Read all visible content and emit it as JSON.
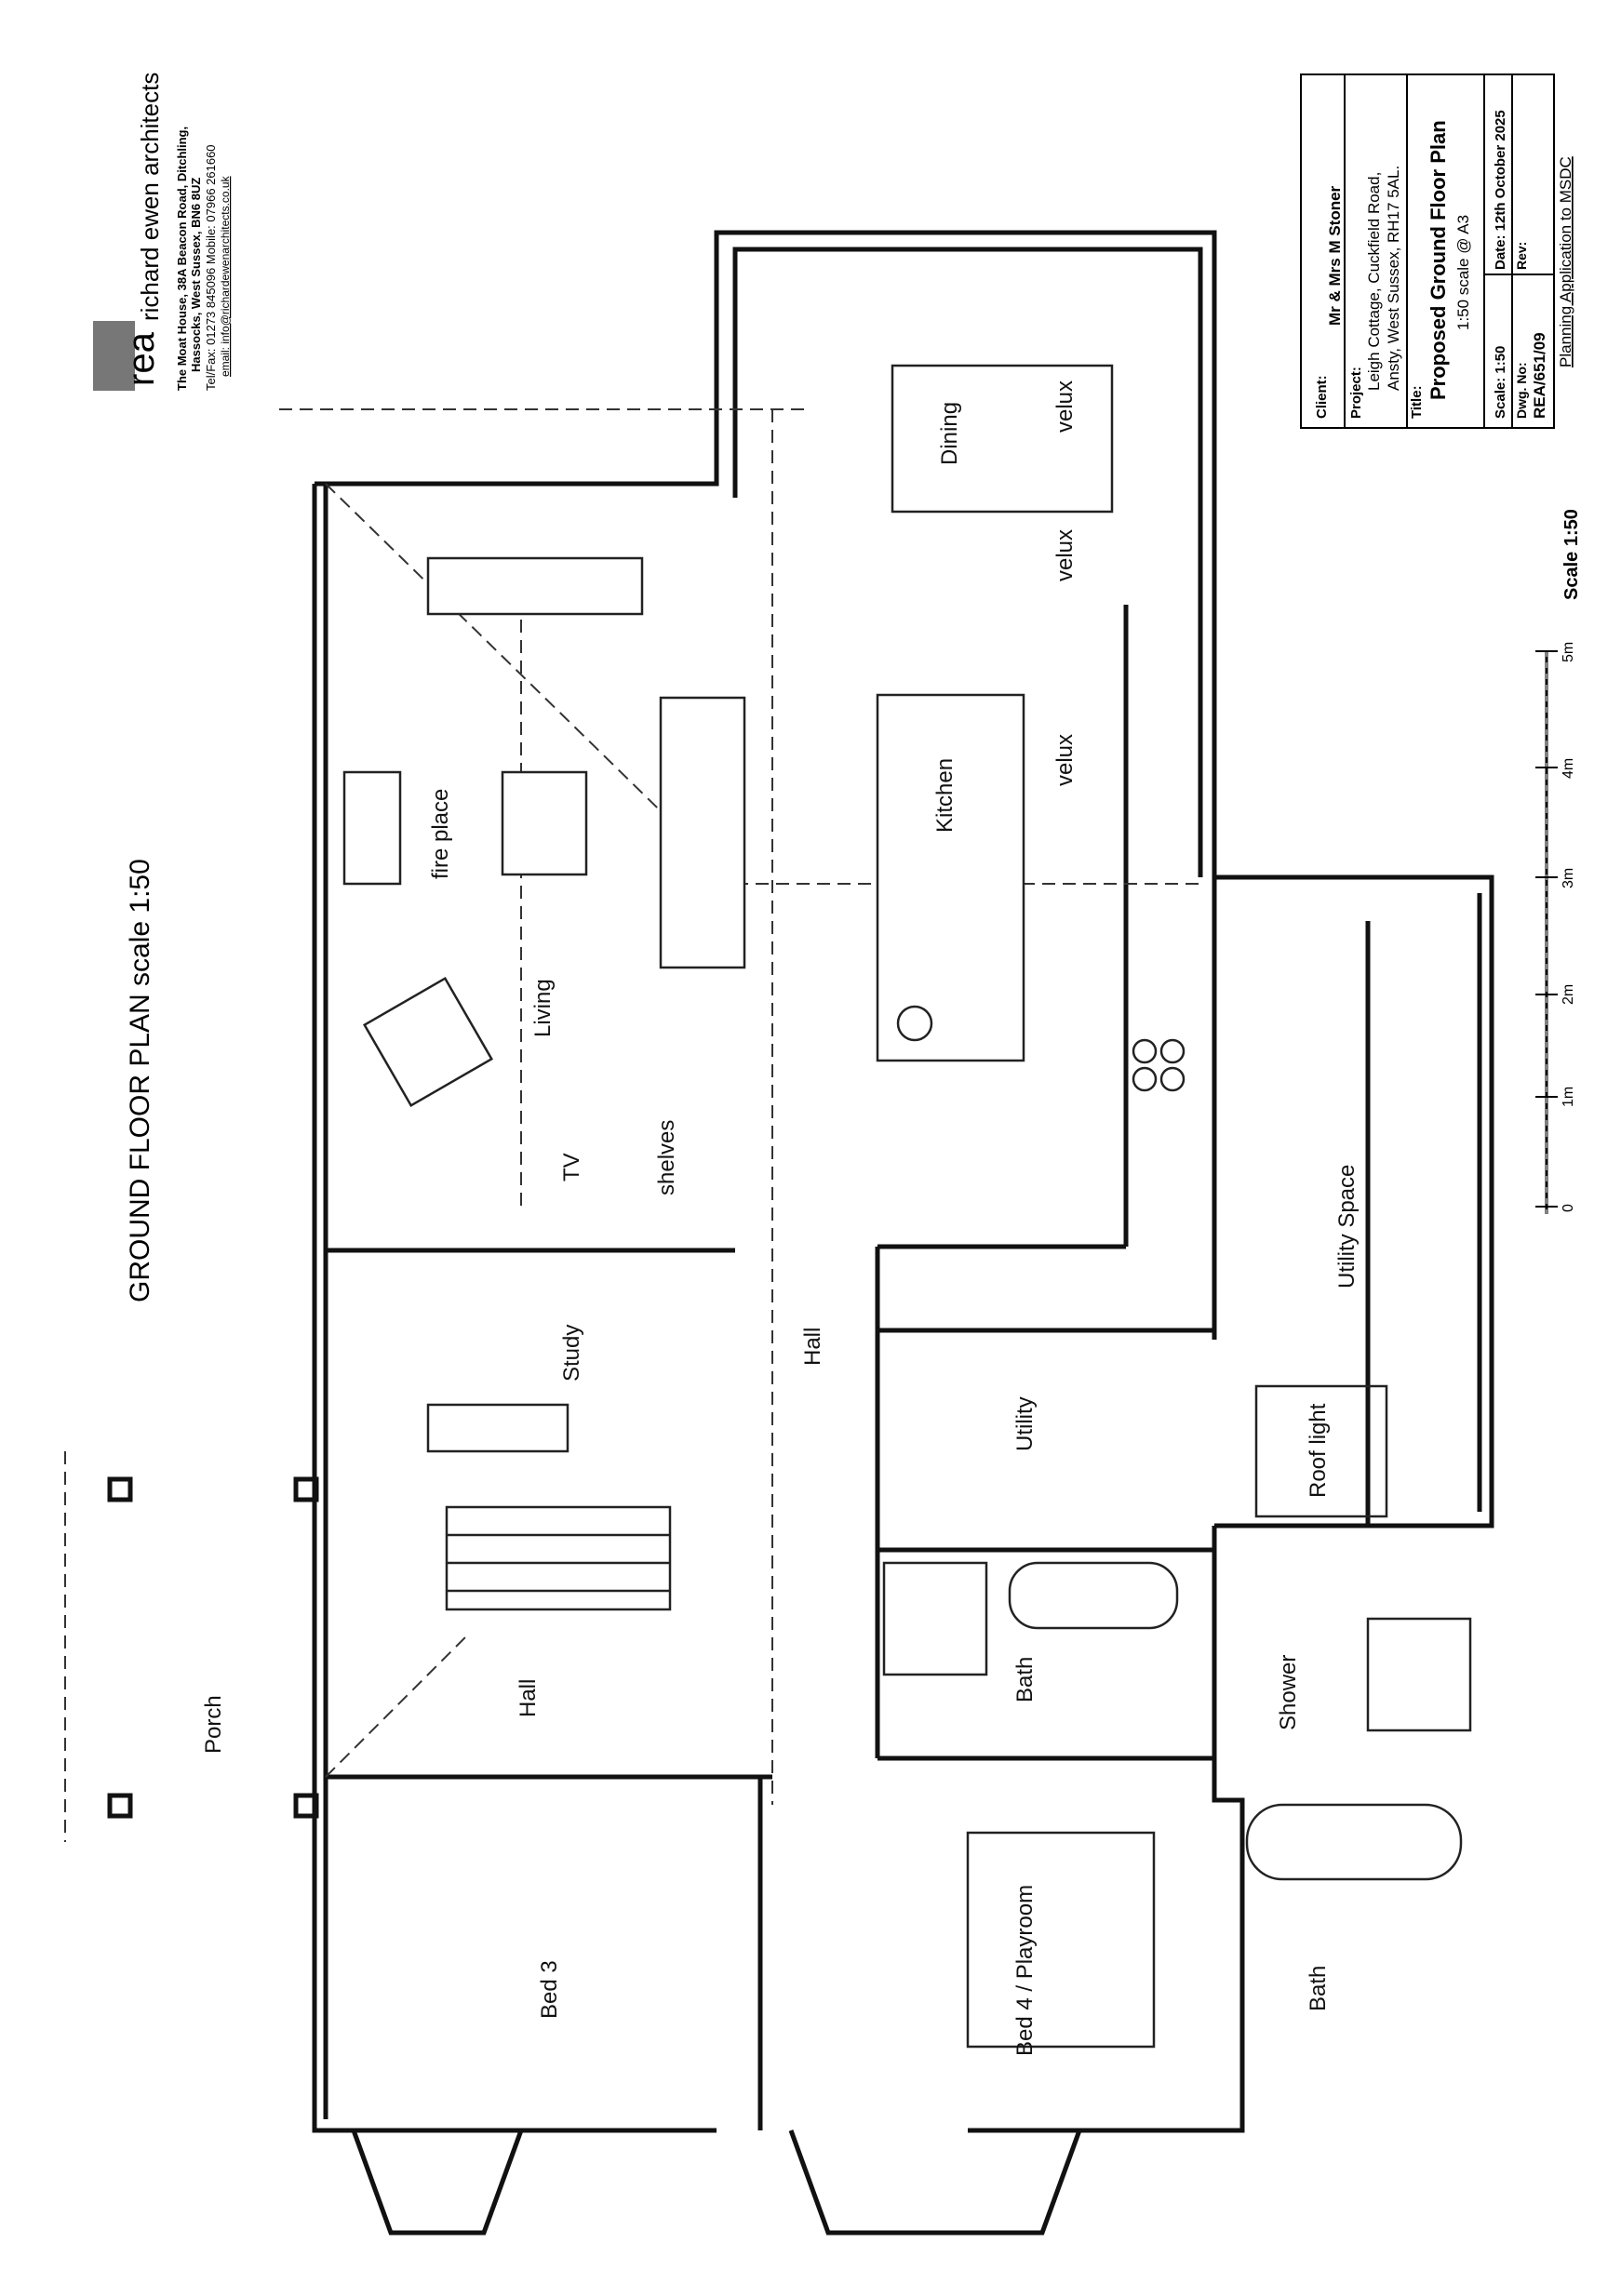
{
  "practice": {
    "name": "richard ewen architects",
    "logo_initials": "rea",
    "address_line1": "The Moat House, 38A Beacon Road, Ditchling,",
    "address_line2": "Hassocks, West Sussex, BN6 8UZ",
    "phone": "Tel/Fax: 01273 845096   Mobile: 07966 261660",
    "email": "email: info@richardewenarchitects.co.uk"
  },
  "heading": "GROUND FLOOR PLAN scale 1:50",
  "title_block": {
    "client_label": "Client:",
    "client": "Mr & Mrs M Stoner",
    "project_label": "Project:",
    "project_line1": "Leigh Cottage, Cuckfield Road,",
    "project_line2": "Ansty, West Sussex, RH17 5AL.",
    "title_label": "Title:",
    "title": "Proposed Ground Floor Plan",
    "subtitle": "1:50 scale @ A3",
    "scale": "Scale: 1:50",
    "date": "Date: 12th October 2025",
    "dwg_label": "Dwg. No:",
    "dwg_no": "REA/651/09",
    "rev": "Rev:",
    "status": "Planning Application to MSDC"
  },
  "scale_bar": {
    "title": "Scale 1:50",
    "ticks": [
      "0",
      "1m",
      "2m",
      "3m",
      "4m",
      "5m"
    ]
  },
  "rooms": {
    "dining": "Dining",
    "velux1": "velux",
    "velux2": "velux",
    "velux3": "velux",
    "kitchen": "Kitchen",
    "fireplace": "fire place",
    "living": "Living",
    "tv": "TV",
    "shelves": "shelves",
    "study": "Study",
    "hall_upper": "Hall",
    "utility": "Utility",
    "utility_space": "Utility Space",
    "roof_light": "Roof light",
    "hall_lower": "Hall",
    "porch": "Porch",
    "bath1": "Bath",
    "shower": "Shower",
    "bed3": "Bed 3",
    "bed4": "Bed 4 / Playroom",
    "bath2": "Bath"
  }
}
